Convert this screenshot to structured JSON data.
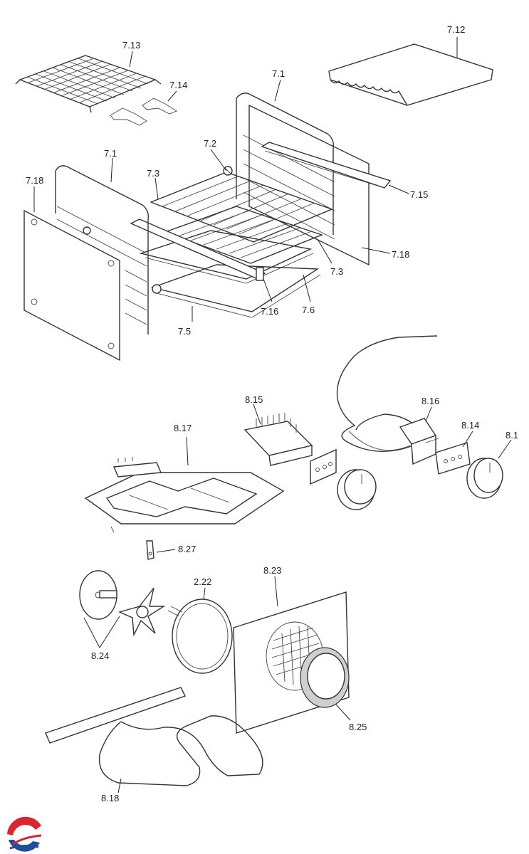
{
  "labels": {
    "l_7_13": "7.13",
    "l_7_14": "7.14",
    "l_7_12": "7.12",
    "l_7_1_right": "7.1",
    "l_7_1_left": "7.1",
    "l_7_2": "7.2",
    "l_7_3_top": "7.3",
    "l_7_3_bottom": "7.3",
    "l_7_18_left": "7.18",
    "l_7_18_right": "7.18",
    "l_7_15": "7.15",
    "l_7_16": "7.16",
    "l_7_6": "7.6",
    "l_7_5": "7.5",
    "l_8_15": "8.15",
    "l_8_16": "8.16",
    "l_8_14": "8.14",
    "l_8_1": "8.1",
    "l_8_17": "8.17",
    "l_8_27": "8.27",
    "l_8_23": "8.23",
    "l_2_22": "2.22",
    "l_8_24": "8.24",
    "l_8_25": "8.25",
    "l_8_18": "8.18"
  },
  "colors": {
    "line": "#222222",
    "logo_red": "#d7262e",
    "logo_blue": "#1f4e9e"
  },
  "logo": {
    "icon": "brand-logo-icon"
  }
}
